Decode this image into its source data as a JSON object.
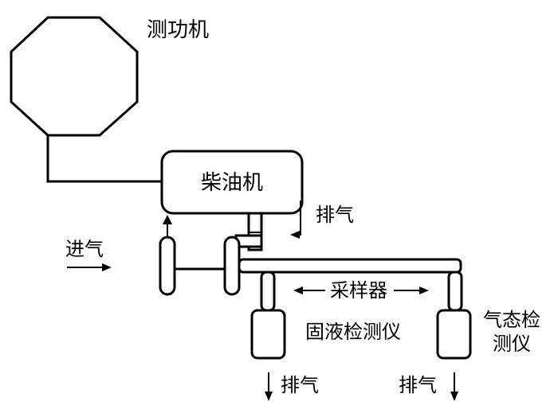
{
  "labels": {
    "dynamometer": "测功机",
    "diesel_engine": "柴油机",
    "exhaust_engine": "排气",
    "intake": "进气",
    "sampler": "采样器",
    "solid_liquid_detector": "固液检测仪",
    "gas_detector_line1": "气态检",
    "gas_detector_line2": "测仪",
    "exhaust_left": "排气",
    "exhaust_right": "排气"
  }
}
